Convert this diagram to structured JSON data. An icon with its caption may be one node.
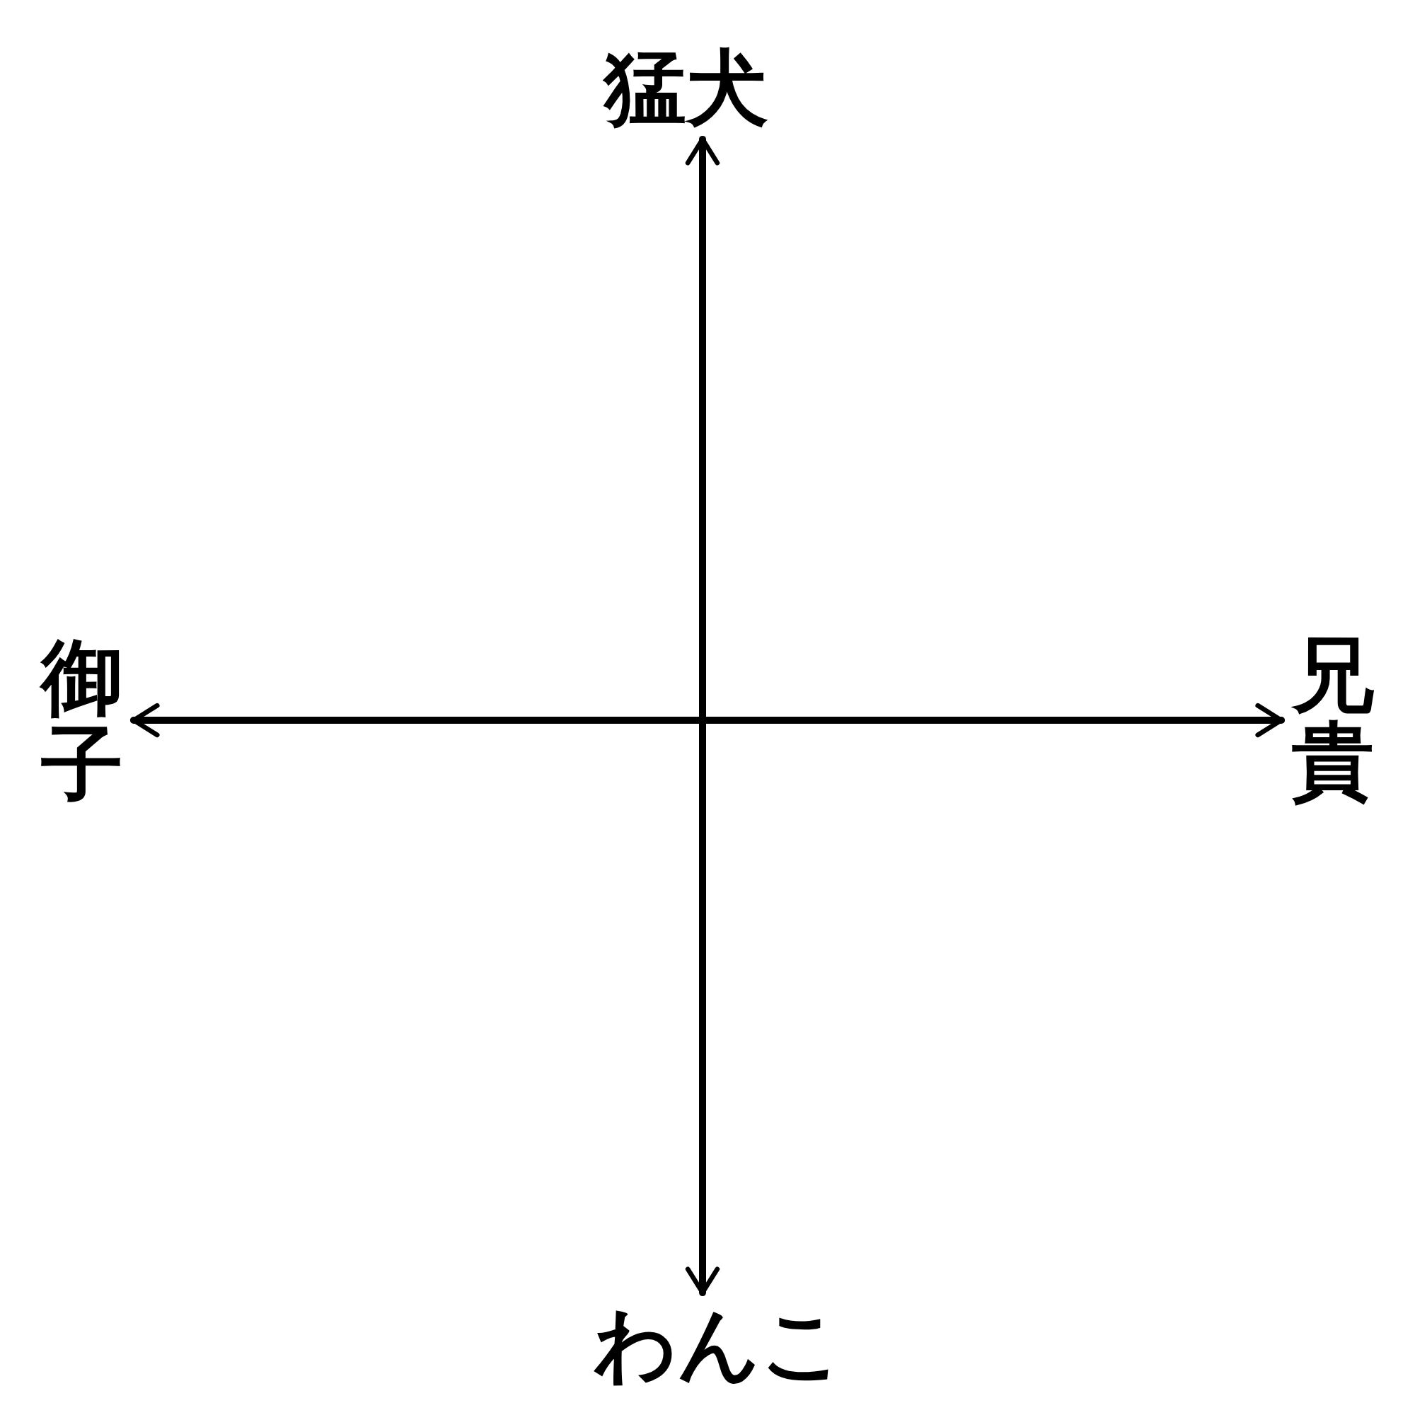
{
  "diagram": {
    "nodes": [
      {
        "text": [
          "猛犬"
        ]
      },
      {
        "text": [
          "御子"
        ]
      },
      {
        "text": [
          "兄貴"
        ]
      },
      {
        "text": [
          "わんこ"
        ]
      }
    ],
    "edges": [
      {
        "from": 3,
        "to": 0,
        "arrow": "both"
      },
      {
        "from": 1,
        "to": 2,
        "arrow": "both"
      }
    ]
  }
}
